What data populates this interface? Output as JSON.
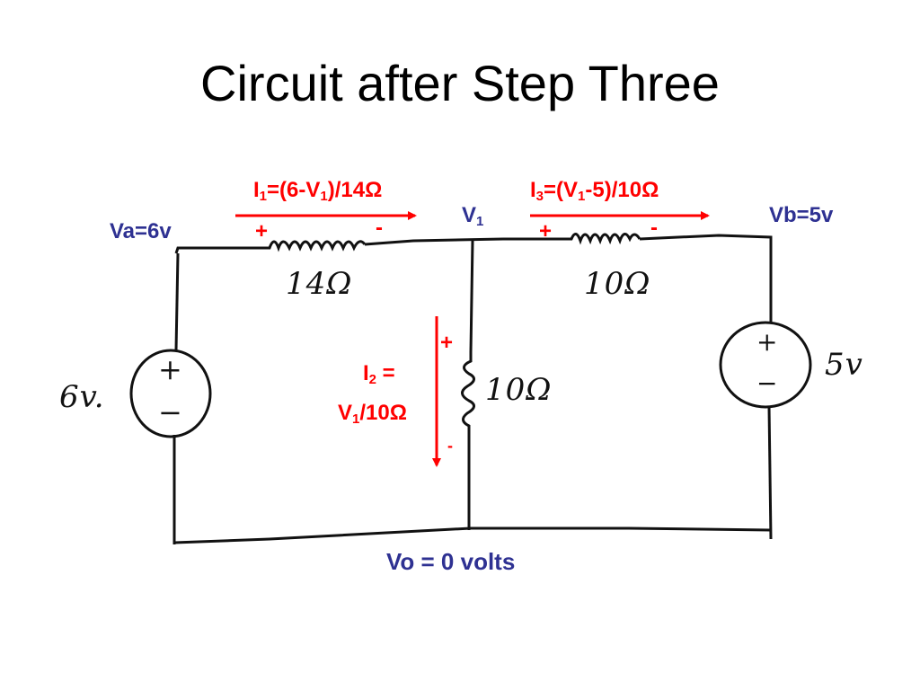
{
  "slide": {
    "title": "Circuit after Step Three"
  },
  "labels": {
    "i1": {
      "sym": "I",
      "sub1": "1",
      "mid": "=(6-V",
      "sub2": "1",
      "end": ")/14Ω"
    },
    "i3": {
      "sym": "I",
      "sub1": "3",
      "mid": "=(V",
      "sub2": "1",
      "end": "-5)/10Ω"
    },
    "i2_line1": {
      "sym": "I",
      "sub": "2",
      "end": " ="
    },
    "i2_line2": {
      "sym": "V",
      "sub": "1",
      "end": "/10Ω"
    },
    "v1": {
      "sym": "V",
      "sub": "1"
    },
    "va": "Va=6v",
    "vb": "Vb=5v",
    "vo": "Vo = 0 volts",
    "r14_plus": "+",
    "r14_minus": "-",
    "r10top_plus": "+",
    "r10top_minus": "-",
    "r10mid_plus": "+",
    "r10mid_minus": "-"
  },
  "handwritten": {
    "r14": "14Ω",
    "r10_top": "10Ω",
    "r10_mid": "10Ω",
    "src_left": "6v.",
    "src_right": "5v",
    "src_left_plus": "+",
    "src_left_minus": "−",
    "src_right_plus": "+",
    "src_right_minus": "−"
  },
  "colors": {
    "annotation_red": "#ff0000",
    "annotation_blue": "#2e3192",
    "wire": "#111111"
  }
}
